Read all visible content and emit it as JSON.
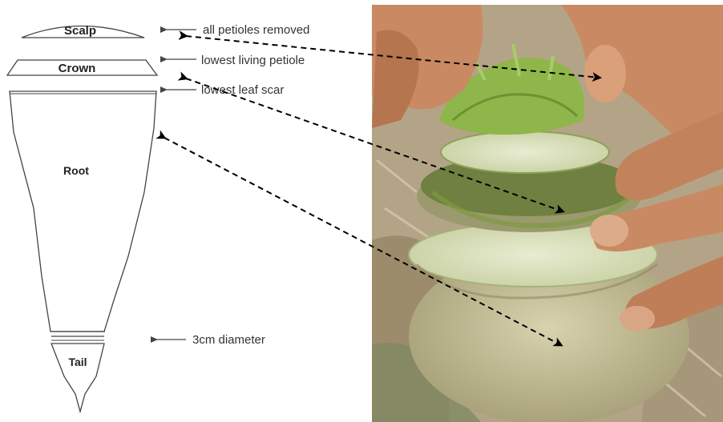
{
  "diagram": {
    "parts": {
      "scalp": "Scalp",
      "crown": "Crown",
      "root": "Root",
      "tail": "Tail"
    },
    "annotations": {
      "scalp_note": "all petioles removed",
      "crown_note": "lowest living petiole",
      "root_note": "lowest leaf scar",
      "tail_note": "3cm diameter"
    }
  },
  "photo": {
    "subject": "sugar beet cut into scalp, crown and root sections, held by hands",
    "colors": {
      "scalp_green": "#8fb64a",
      "cut_flesh": "#dfe3c2",
      "root_skin": "#c9c29a",
      "soil": "#b8a78a",
      "skin": "#c98a63"
    }
  }
}
